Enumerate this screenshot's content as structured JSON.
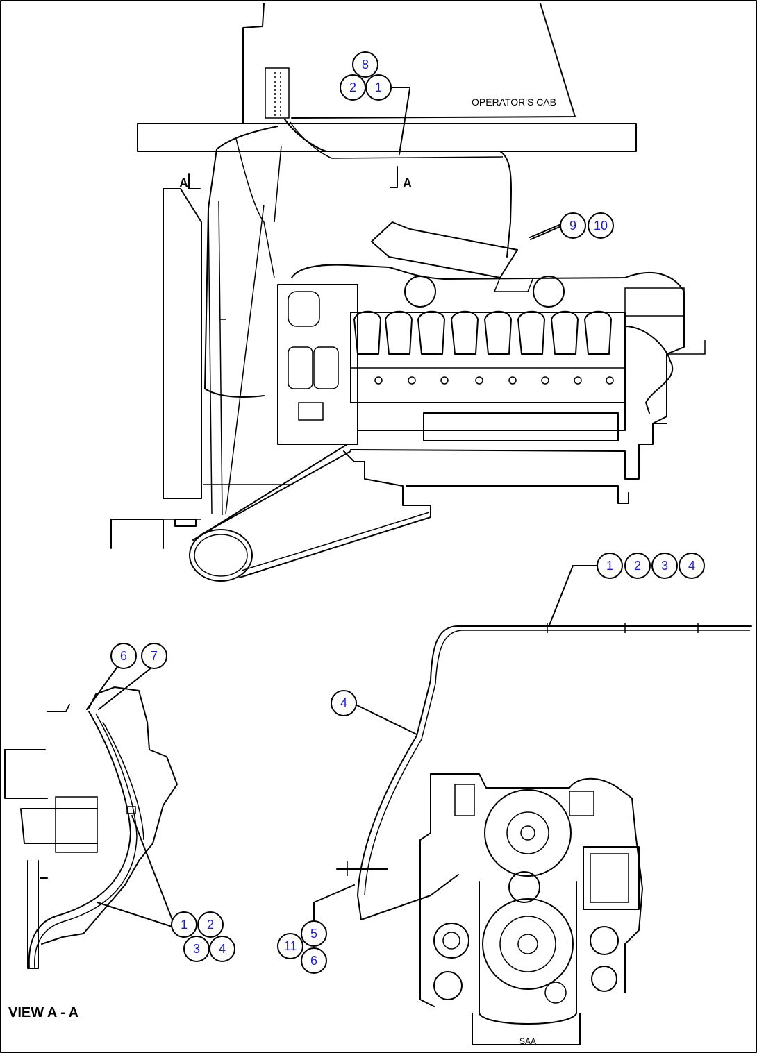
{
  "labels": {
    "operators_cab": "OPERATOR'S CAB",
    "section_left": "A",
    "section_right": "A",
    "view": "VIEW A - A",
    "engine_front": "SAA"
  },
  "colors": {
    "line": "#000000",
    "callout_text": "#1a1ae6",
    "background": "#ffffff"
  },
  "callouts": {
    "top_cluster": [
      "8",
      "2",
      "1"
    ],
    "hose_pair": [
      "9",
      "10"
    ],
    "line_group": [
      "1",
      "2",
      "3",
      "4"
    ],
    "hose_single": [
      "4"
    ],
    "view_top": [
      "6",
      "7"
    ],
    "view_bottom": [
      "1",
      "2",
      "3",
      "4"
    ],
    "engine_lower": [
      "5",
      "11",
      "6"
    ]
  }
}
